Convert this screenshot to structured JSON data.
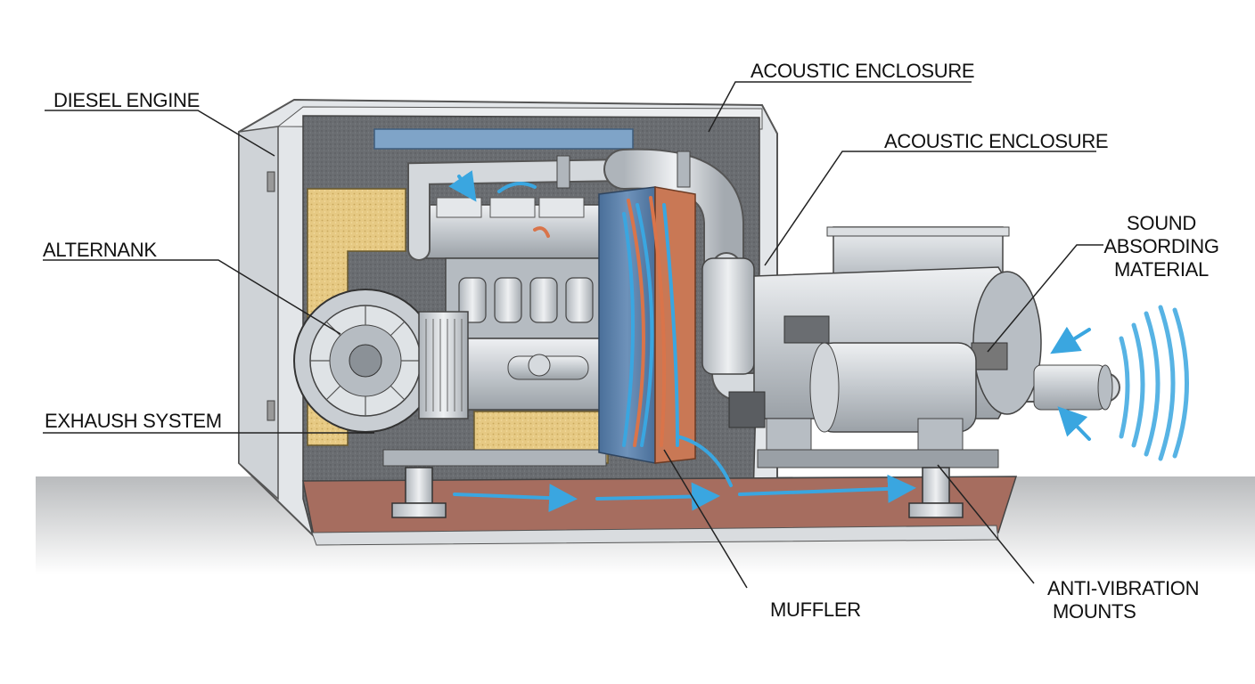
{
  "labels": {
    "diesel_engine": "DIESEL ENGINE",
    "alternator": "ALTERNANK",
    "exhaust_system": "EXHAUSH SYSTEM",
    "acoustic_enclosure_1": "ACOUSTIC ENCLOSURE",
    "acoustic_enclosure_2": "ACOUSTIC ENCLOSURE",
    "sound_absorbing": [
      "SOUND",
      "ABSORDING",
      "MATERIAL"
    ],
    "muffler": "MUFFLER",
    "anti_vibration": [
      "ANTI-VIBRATION",
      "MOUNTS"
    ]
  },
  "colors": {
    "enclosure_gray": "#d9dcdf",
    "interior_dark": "#6e7175",
    "foam_yellow": "#e3c47a",
    "airflow_blue": "#3aa6e0",
    "heat_orange": "#d9744a",
    "floor_brown": "#a86c5c",
    "metal_silver": "#c9ced3"
  }
}
